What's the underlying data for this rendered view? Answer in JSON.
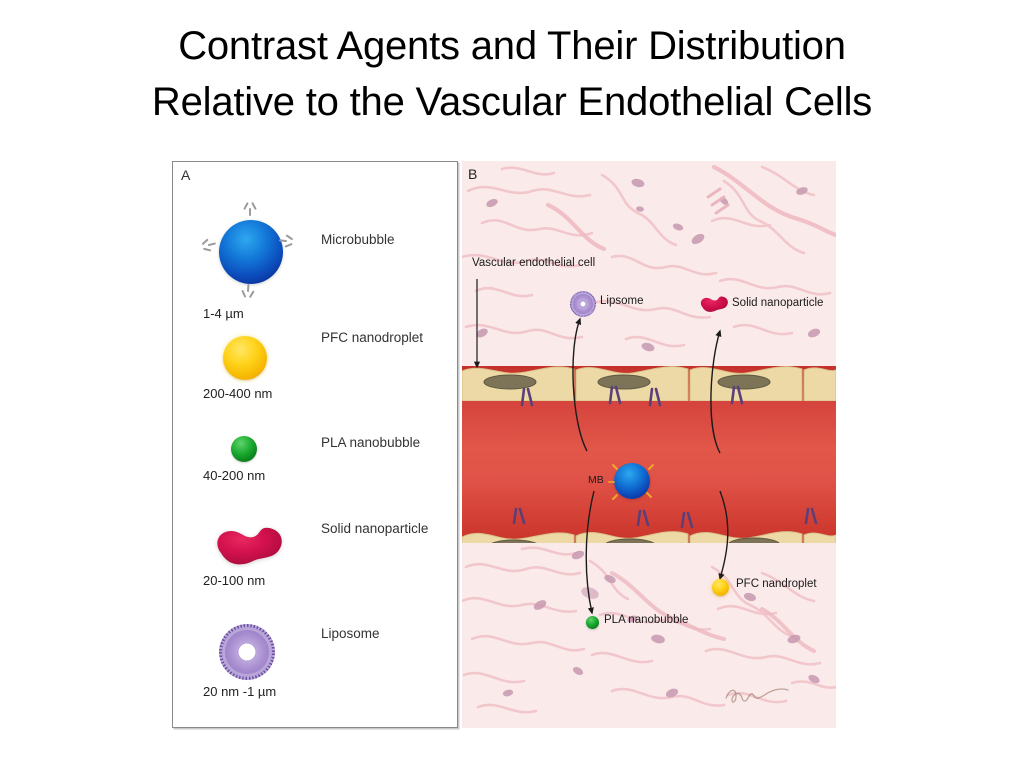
{
  "slide": {
    "title_lines": [
      "Contrast Agents and Their Distribution",
      "Relative to the Vascular Endothelial Cells"
    ]
  },
  "panel_a": {
    "letter": "A",
    "items": [
      {
        "name": "Microbubble",
        "size": "1-4 µm",
        "icon": "blue-sphere-with-antibodies-icon",
        "color": "#1378d8"
      },
      {
        "name": "PFC nanodroplet",
        "size": "200-400 nm",
        "icon": "yellow-sphere-icon",
        "color": "#ffd21a"
      },
      {
        "name": "PLA nanobubble",
        "size": "40-200 nm",
        "icon": "green-sphere-icon",
        "color": "#18a82e"
      },
      {
        "name": "Solid nanoparticle",
        "size": "20-100 nm",
        "icon": "crimson-blob-icon",
        "color": "#d2104e"
      },
      {
        "name": "Liposome",
        "size": "20 nm -1 µm",
        "icon": "purple-liposome-ring-icon",
        "color": "#8f6fc2"
      }
    ]
  },
  "panel_b": {
    "letter": "B",
    "labels": {
      "endothelial_cell": "Vascular endothelial cell",
      "liposome": "Lipsome",
      "solid_nanoparticle": "Solid nanoparticle",
      "microbubble": "MB",
      "pla_nanobubble": "PLA nanobubble",
      "pfc_nanodroplet": "PFC nandroplet"
    },
    "colors": {
      "tissue": "#fbeaea",
      "collagen": "#f2ccd0",
      "lumen": "#e0544a",
      "endothelium": "#ecd9a6",
      "nucleus": "#7d7458",
      "receptor": "#5b3f7a"
    }
  }
}
